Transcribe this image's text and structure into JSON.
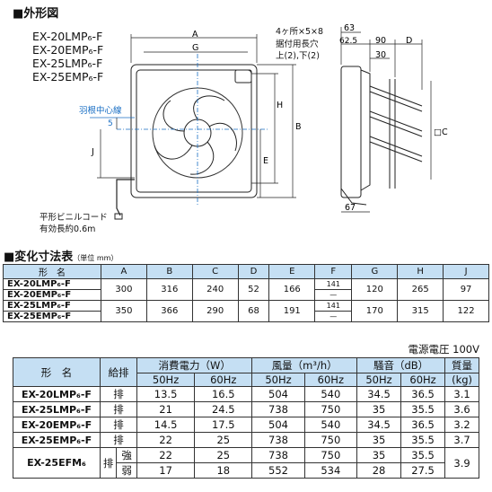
{
  "fig": {
    "title": "■外形図",
    "models": [
      "EX-20LMP₆-F",
      "EX-20EMP₆-F",
      "EX-25LMP₆-F",
      "EX-25EMP₆-F"
    ],
    "hole_note": "4ヶ所×5×8",
    "hole_note2": "据付用長穴",
    "hole_note3": "上(2),下(2)",
    "axis_label": "羽根中心線",
    "cord_note1": "平形ビニルコード",
    "cord_note2": "有効長約0.6m",
    "dims": {
      "A": "A",
      "G": "G",
      "H": "H",
      "B": "B",
      "E": "E",
      "J": "J",
      "D": "D",
      "C": "□C",
      "d5": "5",
      "d63": "63",
      "d62_5": "62.5",
      "d90": "90",
      "d30": "30",
      "d67": "67"
    }
  },
  "table1": {
    "title": "■変化寸法表",
    "unit": "（単位 mm）",
    "headers": [
      "形　名",
      "A",
      "B",
      "C",
      "D",
      "E",
      "F",
      "G",
      "H",
      "J"
    ],
    "rows": [
      {
        "models": [
          "EX-20LMP₆-F",
          "EX-20EMP₆-F"
        ],
        "A": "300",
        "B": "316",
        "C": "240",
        "D": "52",
        "E": "166",
        "F": [
          "141",
          "—"
        ],
        "G": "120",
        "H": "265",
        "J": "97"
      },
      {
        "models": [
          "EX-25LMP₆-F",
          "EX-25EMP₆-F"
        ],
        "A": "350",
        "B": "366",
        "C": "290",
        "D": "68",
        "E": "191",
        "F": [
          "141",
          "—"
        ],
        "G": "170",
        "H": "315",
        "J": "122"
      }
    ]
  },
  "voltage": "電源電圧 100V",
  "table2": {
    "h_model": "形　名",
    "h_type": "給排",
    "h_power": "消費電力（W）",
    "h_air": "風量（m³/h）",
    "h_noise": "騒音（dB）",
    "h_mass": "質量",
    "h_mass_unit": "(kg)",
    "h_50": "50Hz",
    "h_60": "60Hz",
    "rows": [
      {
        "model": "EX-20LMP₆-F",
        "type": "排",
        "p50": "13.5",
        "p60": "16.5",
        "a50": "504",
        "a60": "540",
        "n50": "34.5",
        "n60": "36.5",
        "mass": "3.1"
      },
      {
        "model": "EX-25LMP₆-F",
        "type": "排",
        "p50": "21",
        "p60": "24.5",
        "a50": "738",
        "a60": "750",
        "n50": "35",
        "n60": "35.5",
        "mass": "3.6"
      },
      {
        "model": "EX-20EMP₆-F",
        "type": "排",
        "p50": "14.5",
        "p60": "17.5",
        "a50": "504",
        "a60": "540",
        "n50": "34.5",
        "n60": "36.5",
        "mass": "3.2"
      },
      {
        "model": "EX-25EMP₆-F",
        "type": "排",
        "p50": "22",
        "p60": "25",
        "a50": "738",
        "a60": "750",
        "n50": "35",
        "n60": "35.5",
        "mass": "3.7"
      }
    ],
    "efm": {
      "model": "EX-25EFM₆",
      "type": "排",
      "mass": "3.9",
      "sub": [
        {
          "mode": "強",
          "p50": "22",
          "p60": "25",
          "a50": "738",
          "a60": "750",
          "n50": "35",
          "n60": "35.5"
        },
        {
          "mode": "弱",
          "p50": "17",
          "p60": "18",
          "a50": "552",
          "a60": "534",
          "n50": "28",
          "n60": "27.5"
        }
      ]
    }
  }
}
